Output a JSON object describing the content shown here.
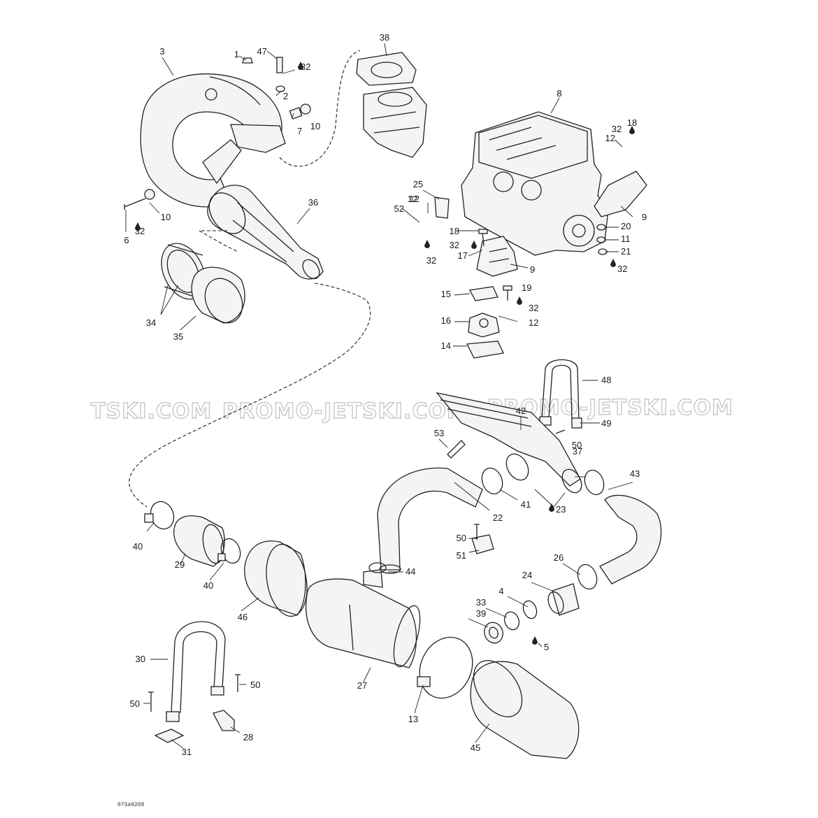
{
  "diagram_code": "07Sa0208",
  "watermark": {
    "left_fragment": "TSKI.COM",
    "middle": "PROMO-JETSKI.COM",
    "right": "PROMO-JETSKI.COM"
  },
  "callouts": [
    {
      "id": "c1",
      "text": "1",
      "anchor": "end"
    },
    {
      "id": "c2",
      "text": "2",
      "anchor": "start"
    },
    {
      "id": "c3",
      "text": "3",
      "anchor": "middle"
    },
    {
      "id": "c4",
      "text": "4",
      "anchor": "middle"
    },
    {
      "id": "c5",
      "text": "5",
      "anchor": "start"
    },
    {
      "id": "c6",
      "text": "6",
      "anchor": "middle"
    },
    {
      "id": "c7",
      "text": "7",
      "anchor": "start"
    },
    {
      "id": "c8",
      "text": "8",
      "anchor": "middle"
    },
    {
      "id": "c9a",
      "text": "9",
      "anchor": "start"
    },
    {
      "id": "c9b",
      "text": "9",
      "anchor": "start"
    },
    {
      "id": "c10a",
      "text": "10",
      "anchor": "middle"
    },
    {
      "id": "c10b",
      "text": "10",
      "anchor": "middle"
    },
    {
      "id": "c11",
      "text": "11",
      "anchor": "start"
    },
    {
      "id": "c12a",
      "text": "12",
      "anchor": "end"
    },
    {
      "id": "c12b",
      "text": "12",
      "anchor": "end"
    },
    {
      "id": "c12c",
      "text": "12",
      "anchor": "start"
    },
    {
      "id": "c12d",
      "text": "12",
      "anchor": "middle"
    },
    {
      "id": "c13",
      "text": "13",
      "anchor": "middle"
    },
    {
      "id": "c14",
      "text": "14",
      "anchor": "end"
    },
    {
      "id": "c15",
      "text": "15",
      "anchor": "end"
    },
    {
      "id": "c16",
      "text": "16",
      "anchor": "end"
    },
    {
      "id": "c17",
      "text": "17",
      "anchor": "end"
    },
    {
      "id": "c18a",
      "text": "18",
      "anchor": "end"
    },
    {
      "id": "c18b",
      "text": "18",
      "anchor": "middle"
    },
    {
      "id": "c19",
      "text": "19",
      "anchor": "start"
    },
    {
      "id": "c20",
      "text": "20",
      "anchor": "start"
    },
    {
      "id": "c21",
      "text": "21",
      "anchor": "start"
    },
    {
      "id": "c22",
      "text": "22",
      "anchor": "middle"
    },
    {
      "id": "c23",
      "text": "23",
      "anchor": "start"
    },
    {
      "id": "c24",
      "text": "24",
      "anchor": "middle"
    },
    {
      "id": "c25",
      "text": "25",
      "anchor": "middle"
    },
    {
      "id": "c26",
      "text": "26",
      "anchor": "middle"
    },
    {
      "id": "c27",
      "text": "27",
      "anchor": "middle"
    },
    {
      "id": "c28",
      "text": "28",
      "anchor": "middle"
    },
    {
      "id": "c29",
      "text": "29",
      "anchor": "middle"
    },
    {
      "id": "c30",
      "text": "30",
      "anchor": "end"
    },
    {
      "id": "c31",
      "text": "31",
      "anchor": "middle"
    },
    {
      "id": "c32a",
      "text": "32",
      "anchor": "start"
    },
    {
      "id": "c32b",
      "text": "32",
      "anchor": "middle"
    },
    {
      "id": "c32c",
      "text": "32",
      "anchor": "end"
    },
    {
      "id": "c32d",
      "text": "32",
      "anchor": "middle"
    },
    {
      "id": "c32e",
      "text": "32",
      "anchor": "start"
    },
    {
      "id": "c32f",
      "text": "32",
      "anchor": "start"
    },
    {
      "id": "c32g",
      "text": "32",
      "anchor": "middle"
    },
    {
      "id": "c33",
      "text": "33",
      "anchor": "middle"
    },
    {
      "id": "c34",
      "text": "34",
      "anchor": "middle"
    },
    {
      "id": "c35",
      "text": "35",
      "anchor": "middle"
    },
    {
      "id": "c36",
      "text": "36",
      "anchor": "middle"
    },
    {
      "id": "c37",
      "text": "37",
      "anchor": "middle"
    },
    {
      "id": "c38",
      "text": "38",
      "anchor": "middle"
    },
    {
      "id": "c39",
      "text": "39",
      "anchor": "middle"
    },
    {
      "id": "c40a",
      "text": "40",
      "anchor": "middle"
    },
    {
      "id": "c40b",
      "text": "40",
      "anchor": "middle"
    },
    {
      "id": "c41",
      "text": "41",
      "anchor": "middle"
    },
    {
      "id": "c42",
      "text": "42",
      "anchor": "middle"
    },
    {
      "id": "c43",
      "text": "43",
      "anchor": "middle"
    },
    {
      "id": "c44",
      "text": "44",
      "anchor": "start"
    },
    {
      "id": "c45",
      "text": "45",
      "anchor": "middle"
    },
    {
      "id": "c46",
      "text": "46",
      "anchor": "middle"
    },
    {
      "id": "c47",
      "text": "47",
      "anchor": "end"
    },
    {
      "id": "c48",
      "text": "48",
      "anchor": "start"
    },
    {
      "id": "c49",
      "text": "49",
      "anchor": "start"
    },
    {
      "id": "c50a",
      "text": "50",
      "anchor": "middle"
    },
    {
      "id": "c50b",
      "text": "50",
      "anchor": "end"
    },
    {
      "id": "c50c",
      "text": "50",
      "anchor": "end"
    },
    {
      "id": "c50d",
      "text": "50",
      "anchor": "start"
    },
    {
      "id": "c51",
      "text": "51",
      "anchor": "end"
    },
    {
      "id": "c52",
      "text": "52",
      "anchor": "end"
    },
    {
      "id": "c53",
      "text": "53",
      "anchor": "middle"
    }
  ]
}
